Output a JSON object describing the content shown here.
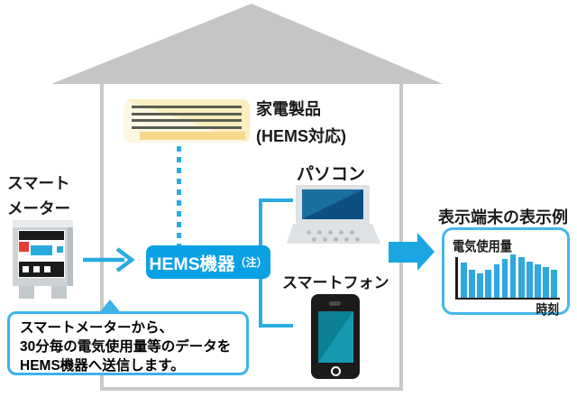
{
  "accent": "#29abe2",
  "labels": {
    "smart_meter_line1": "スマート",
    "smart_meter_line2": "メーター",
    "appliance_line1": "家電製品",
    "appliance_line2": "(HEMS対応)",
    "pc": "パソコン",
    "smartphone": "スマートフォン",
    "hems_device": "HEMS機器",
    "hems_note": "（注）",
    "display_example_title": "表示端末の表示例"
  },
  "bubble": {
    "line1": "スマートメーターから、",
    "line2": "30分毎の電気使用量等のデータを",
    "line3": "HEMS機器へ送信します。"
  },
  "chart_data": {
    "type": "bar",
    "title": "電気使用量",
    "xlabel": "時刻",
    "values": [
      39,
      31,
      27,
      31,
      37,
      43,
      48,
      45,
      40,
      37,
      34,
      31
    ]
  }
}
